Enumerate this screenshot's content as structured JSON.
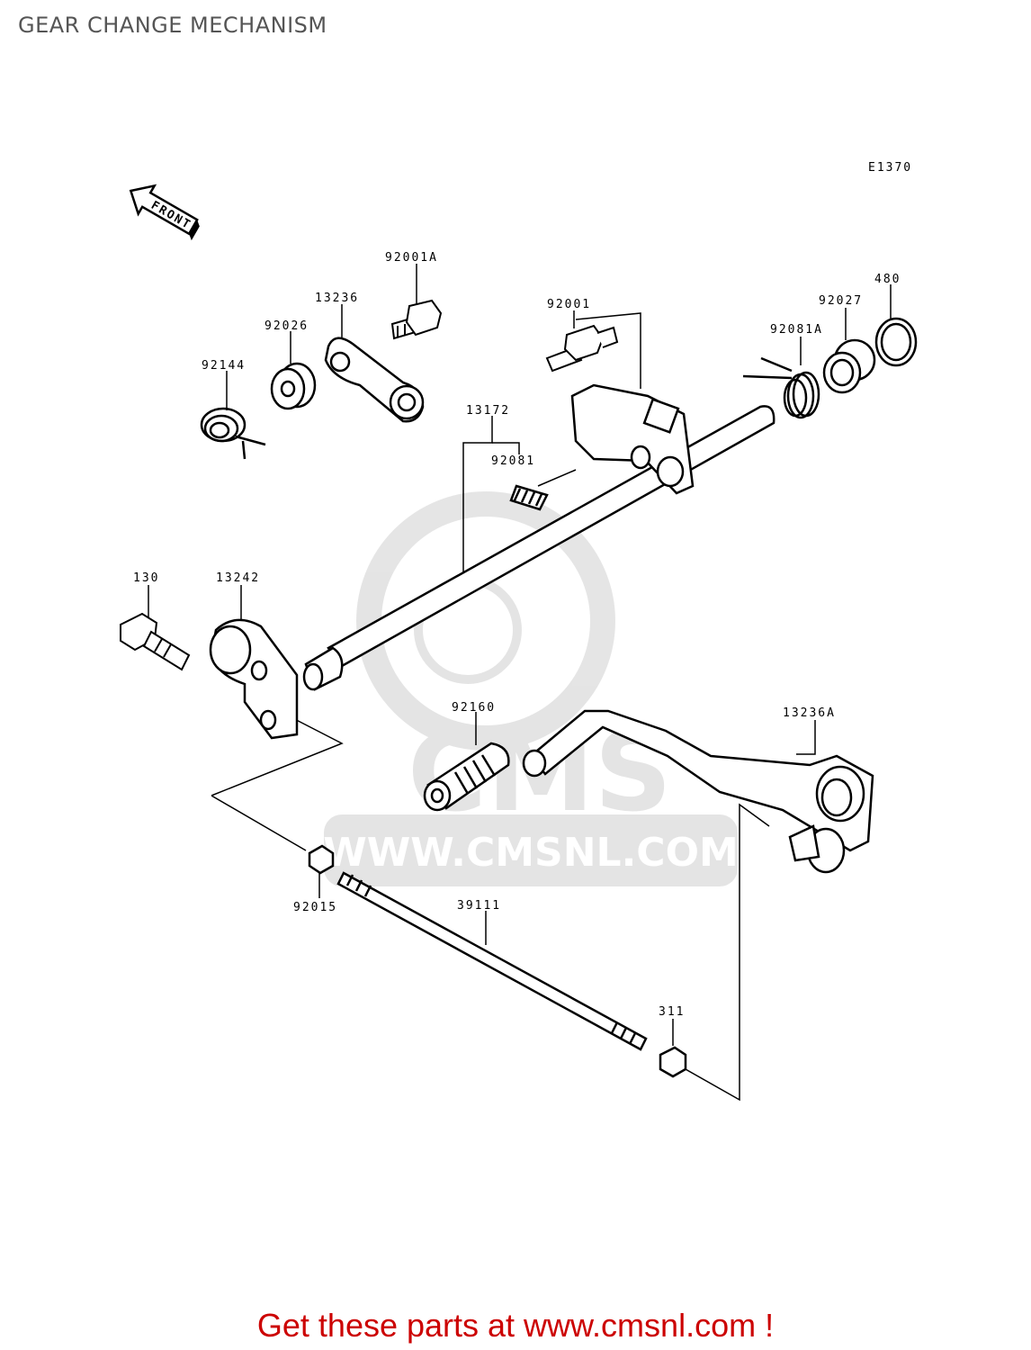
{
  "page": {
    "title": "GEAR CHANGE MECHANISM"
  },
  "diagram": {
    "code": "E1370",
    "front_label": "FRONT",
    "watermark": {
      "brand": "CMS",
      "url": "WWW.CMSNL.COM"
    },
    "part_numbers": {
      "p92001A": "92001A",
      "p13236": "13236",
      "p92026": "92026",
      "p92144": "92144",
      "p92001": "92001",
      "p480": "480",
      "p92027": "92027",
      "p92081A": "92081A",
      "p13172": "13172",
      "p92081": "92081",
      "p130": "130",
      "p13242": "13242",
      "p92160": "92160",
      "p13236A": "13236A",
      "p92015": "92015",
      "p39111": "39111",
      "p311": "311"
    }
  },
  "footer": {
    "cta": "Get these parts at www.cmsnl.com !"
  }
}
